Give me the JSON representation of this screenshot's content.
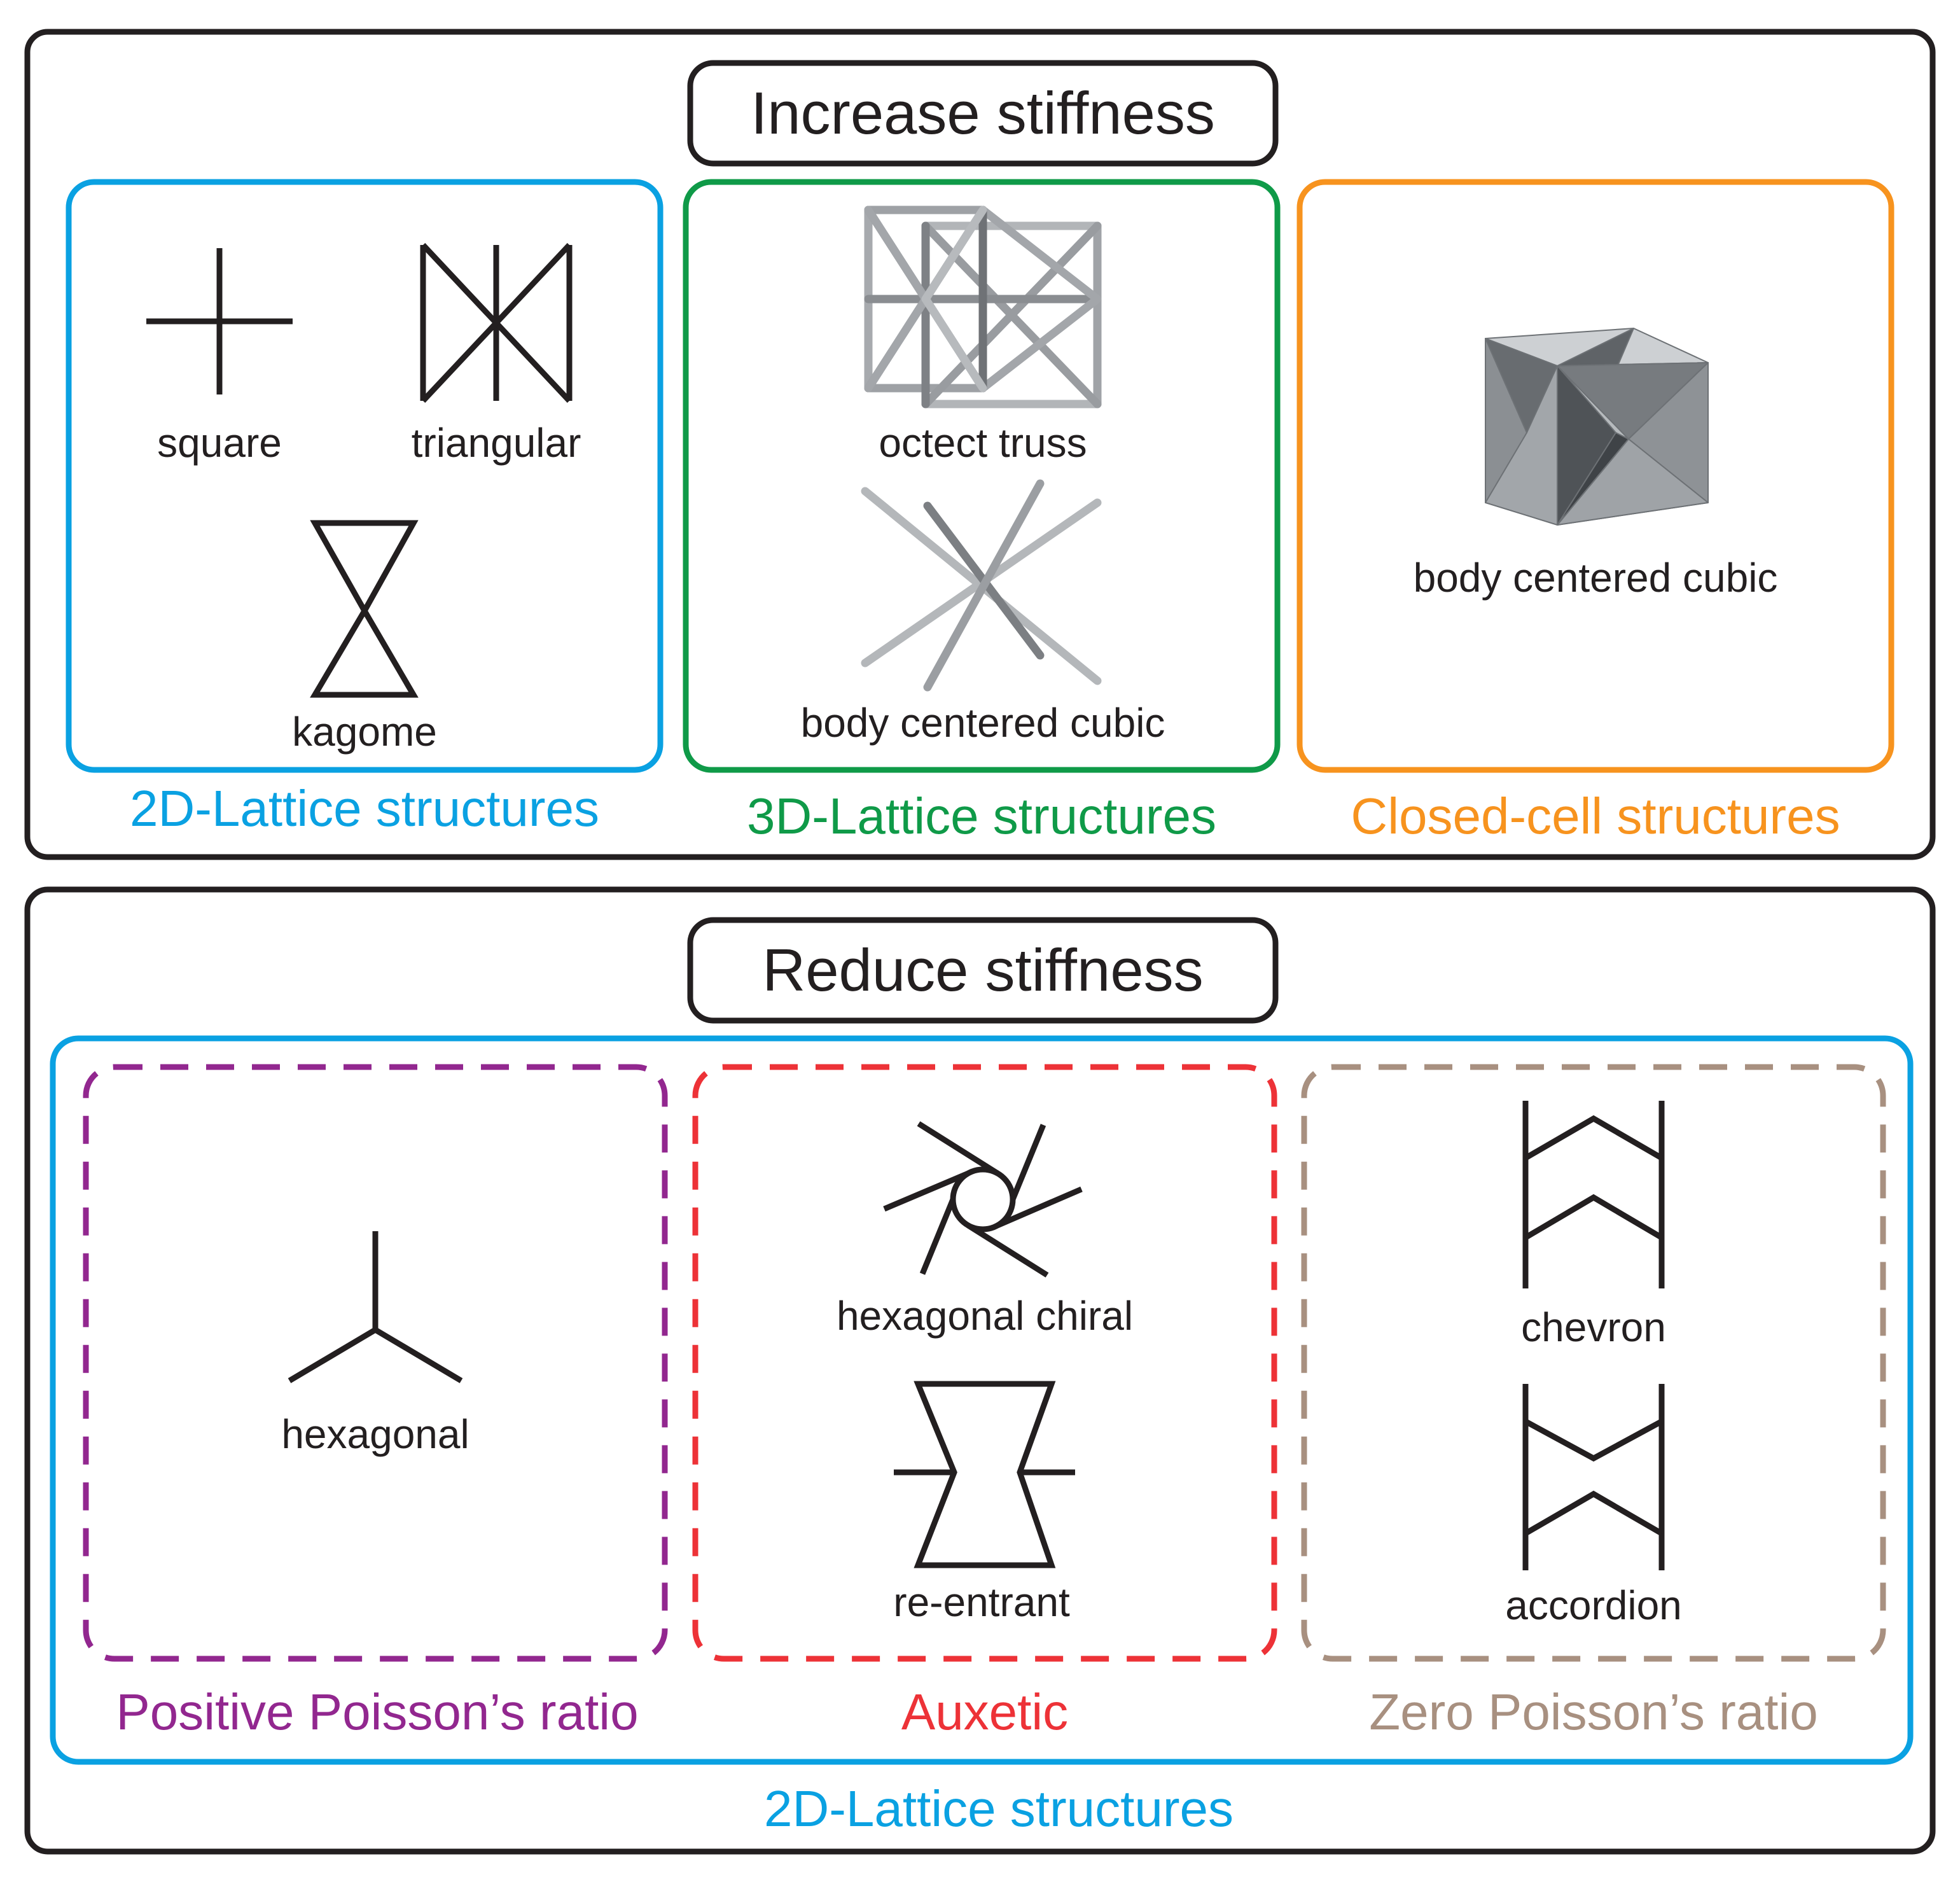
{
  "top": {
    "title": "Increase stiffness",
    "groups": [
      {
        "caption": "2D-Lattice structures",
        "color": "#0aa1e2",
        "items": [
          "square",
          "triangular",
          "kagome"
        ]
      },
      {
        "caption": "3D-Lattice structures",
        "color": "#0f9a48",
        "items": [
          "octect truss",
          "body centered cubic"
        ]
      },
      {
        "caption": "Closed-cell structures",
        "color": "#f7931e",
        "items": [
          "body centered cubic"
        ]
      }
    ]
  },
  "bottom": {
    "title": "Reduce stiffness",
    "outer_caption": "2D-Lattice structures",
    "outer_color": "#0aa1e2",
    "groups": [
      {
        "caption": "Positive Poisson’s ratio",
        "color": "#92278f",
        "items": [
          "hexagonal"
        ]
      },
      {
        "caption": "Auxetic",
        "color": "#ed3237",
        "items": [
          "hexagonal chiral",
          "re-entrant"
        ]
      },
      {
        "caption": "Zero Poisson’s ratio",
        "color": "#a89080",
        "items": [
          "chevron",
          "accordion"
        ]
      }
    ]
  }
}
